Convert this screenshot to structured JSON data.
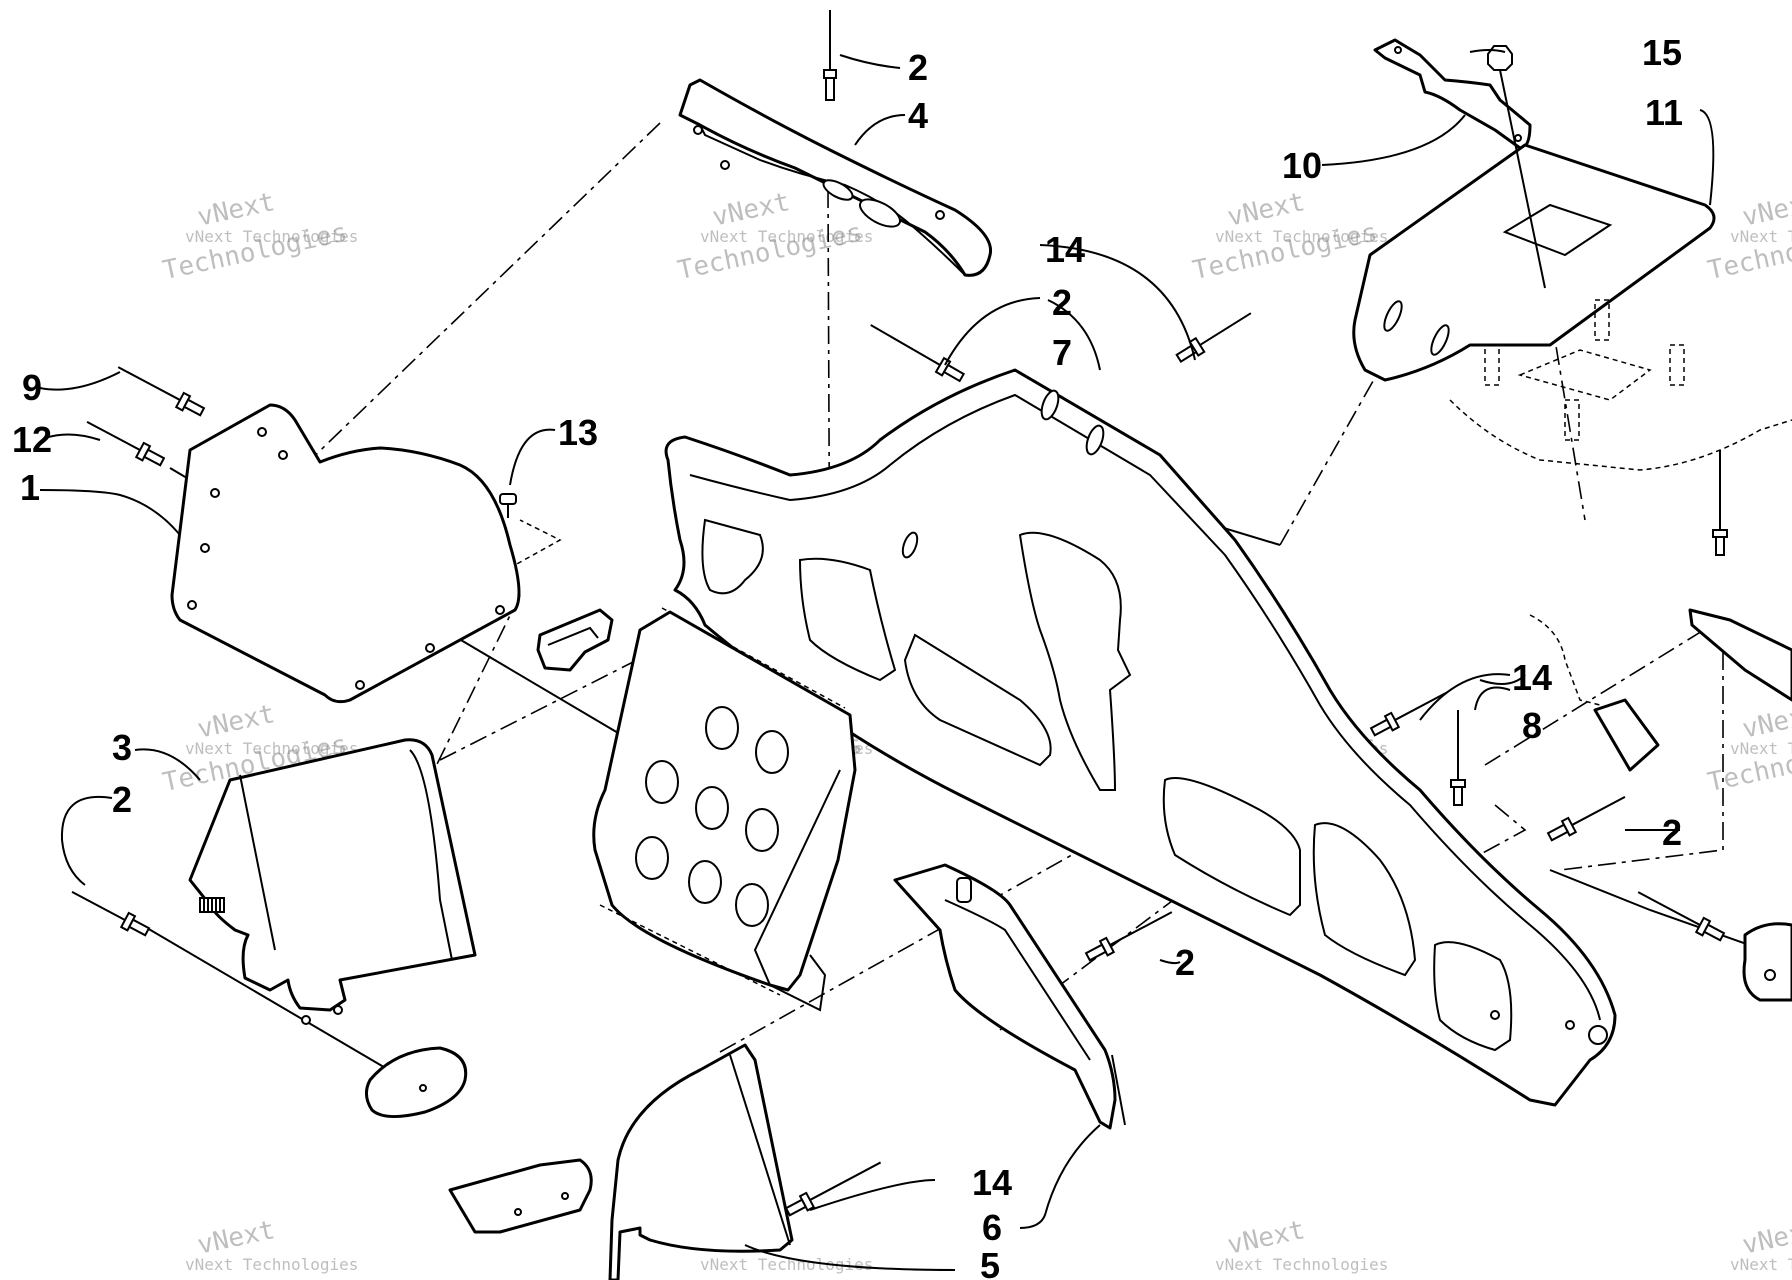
{
  "watermark": {
    "line1": "vNext",
    "line2": "vNext Technologies",
    "line3": "Technologies"
  },
  "callouts": [
    "1",
    "2",
    "2",
    "2",
    "2",
    "2",
    "2",
    "3",
    "4",
    "5",
    "6",
    "7",
    "8",
    "9",
    "10",
    "11",
    "12",
    "13",
    "14",
    "14",
    "14",
    "15"
  ],
  "colors": {
    "ink": "#000000",
    "paper": "#ffffff",
    "watermark": "#8a8a8a"
  }
}
